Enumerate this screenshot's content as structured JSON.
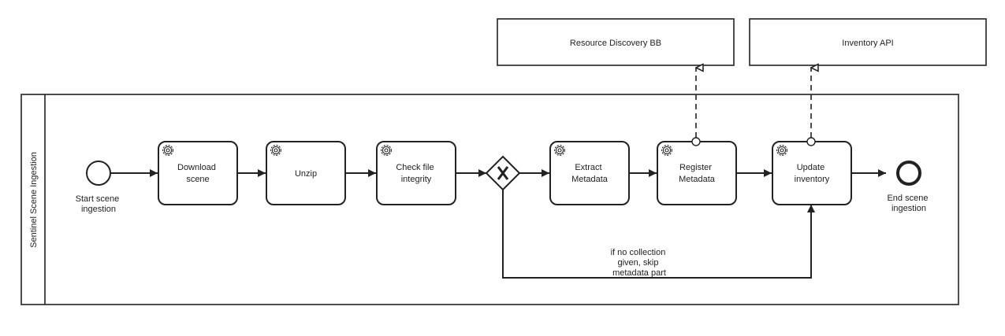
{
  "external_systems": [
    {
      "id": "resource-discovery",
      "label": "Resource Discovery BB"
    },
    {
      "id": "inventory-api",
      "label": "Inventory API"
    }
  ],
  "pool": {
    "label": "Sentinel Scene Ingestion"
  },
  "events": {
    "start": {
      "lines": [
        "Start scene",
        "ingestion"
      ]
    },
    "end": {
      "lines": [
        "End scene",
        "ingestion"
      ]
    }
  },
  "tasks": [
    {
      "id": "download-scene",
      "lines": [
        "Download",
        "scene"
      ],
      "type": "service"
    },
    {
      "id": "unzip",
      "lines": [
        "Unzip"
      ],
      "type": "service"
    },
    {
      "id": "check-file-integrity",
      "lines": [
        "Check file",
        "integrity"
      ],
      "type": "service"
    },
    {
      "id": "extract-metadata",
      "lines": [
        "Extract",
        "Metadata"
      ],
      "type": "service"
    },
    {
      "id": "register-metadata",
      "lines": [
        "Register",
        "Metadata"
      ],
      "type": "service"
    },
    {
      "id": "update-inventory",
      "lines": [
        "Update",
        "inventory"
      ],
      "type": "service"
    }
  ],
  "gateway": {
    "type": "exclusive"
  },
  "conditional_flow": {
    "lines": [
      "if no collection",
      "given, skip",
      "metadata part"
    ]
  }
}
